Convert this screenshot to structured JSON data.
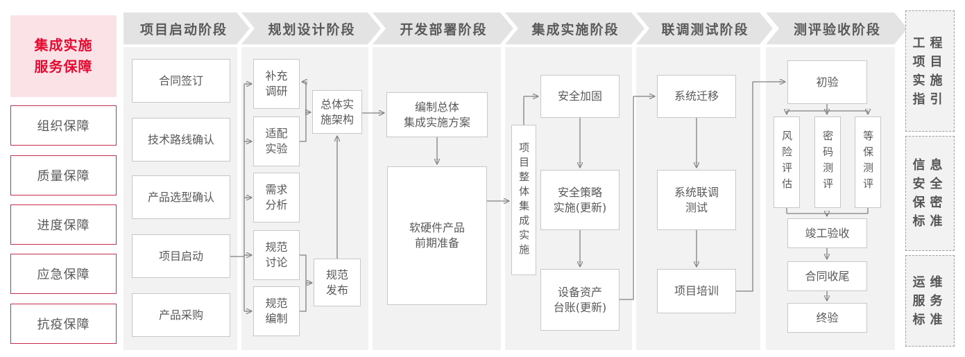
{
  "legend": {
    "title": "集成实施\n服务保障",
    "items": [
      "组织保障",
      "质量保障",
      "进度保障",
      "应急保障",
      "抗疫保障"
    ]
  },
  "phases": [
    "项目启动阶段",
    "规划设计阶段",
    "开发部署阶段",
    "集成实施阶段",
    "联调测试阶段",
    "测评验收阶段"
  ],
  "flow": {
    "startup": [
      "合同签订",
      "技术路线确认",
      "产品选型确认",
      "项目启动",
      "产品采购"
    ],
    "planning": {
      "inputs": [
        "补充\n调研",
        "适配\n实验",
        "需求\n分析",
        "规范\n讨论",
        "规范\n编制"
      ],
      "architecture": "总体实\n施架构",
      "release": "规范\n发布"
    },
    "development": {
      "plan": "编制总体\n集成实施方案",
      "prepare": "软硬件产品\n前期准备"
    },
    "integration": {
      "overall": "项目整体集成实施",
      "hardening": "安全加固",
      "policy": "安全策略\n实施(更新)",
      "assets": "设备资产\n台账(更新)"
    },
    "testing": {
      "migration": "系统迁移",
      "joint_test": "系统联调\n测试",
      "training": "项目培训"
    },
    "acceptance": {
      "initial": "初验",
      "evals": [
        "风险评估",
        "密码测评",
        "等保测评"
      ],
      "completion": "竣工验收",
      "contract_close": "合同收尾",
      "final": "终验"
    }
  },
  "standards": [
    "工程\n项目\n实施\n指引",
    "信息\n安全\n保密\n标准",
    "运维\n服务\n标准"
  ],
  "colors": {
    "accent_red": "#e60a31",
    "pink_bg": "#fbe2e6",
    "red_border": "#c62b49",
    "text_gray": "#595959",
    "panel_bg": "#f2f2f2",
    "header_bg": "#e3e3e3",
    "box_border": "#c7c7c7",
    "connector": "#7f7f7f"
  }
}
